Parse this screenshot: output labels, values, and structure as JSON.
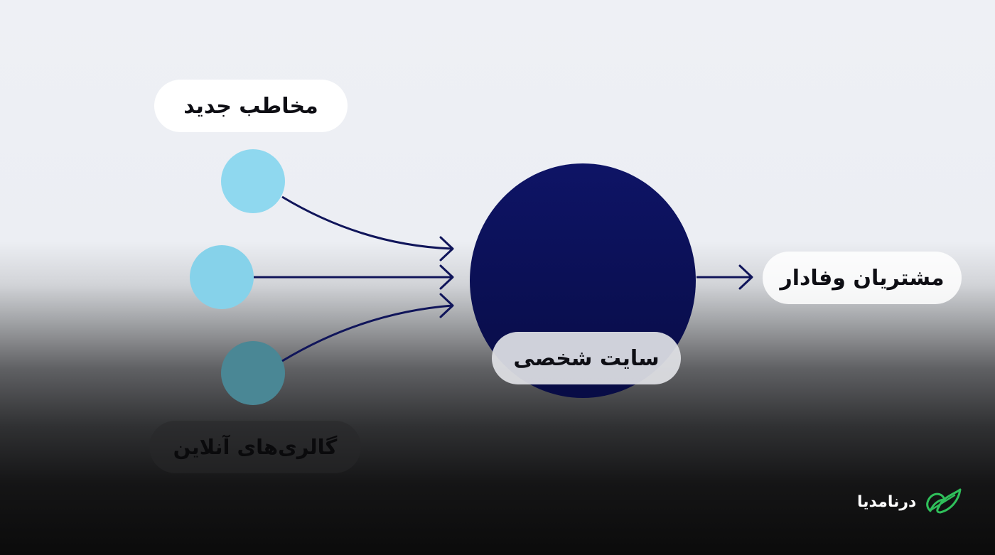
{
  "nodes": {
    "new_audience": "مخاطب جدید",
    "online_galleries": "گالری‌های آنلاین",
    "personal_site": "سایت شخصی",
    "loyal_customers": "مشتریان وفادار"
  },
  "colors": {
    "source_top": "#8fd8ef",
    "source_middle": "#86d2ea",
    "source_bottom": "#4a8795",
    "hub": "#0e1466",
    "arrow": "#10155a",
    "logo_green": "#2fbf5a"
  },
  "logo": {
    "text": "درنامدیا",
    "icon": "leaf-bird-icon"
  }
}
